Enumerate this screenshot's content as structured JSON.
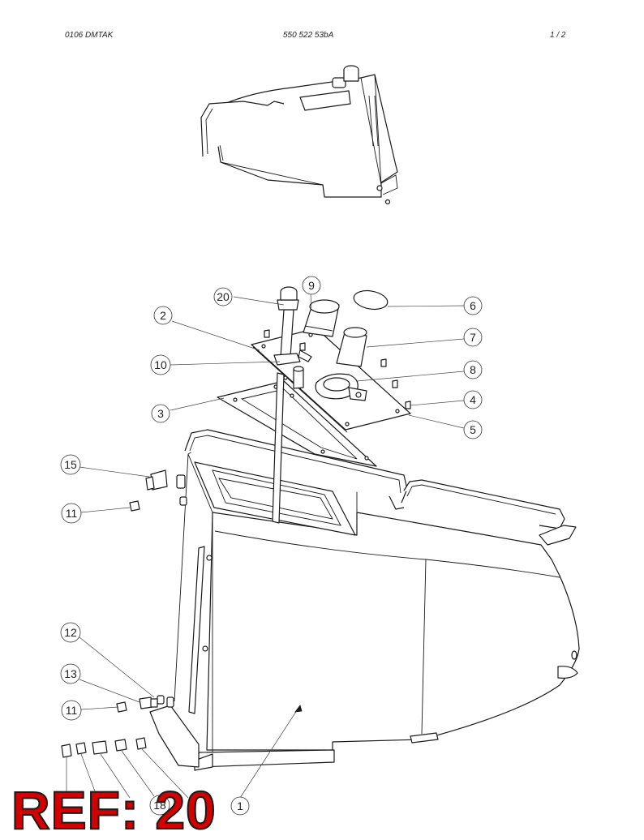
{
  "header": {
    "left": "0106 DMTAK",
    "center": "550 522 53bA",
    "right": "1 /   2"
  },
  "callouts": {
    "c20": "20",
    "c9": "9",
    "c6": "6",
    "c2": "2",
    "c7": "7",
    "c10": "10",
    "c8": "8",
    "c4": "4",
    "c3": "3",
    "c5": "5",
    "c15": "15",
    "c11a": "11",
    "c12": "12",
    "c13": "13",
    "c11b": "11",
    "c18": "18",
    "c1": "1"
  },
  "ref_label": "REF: 20"
}
